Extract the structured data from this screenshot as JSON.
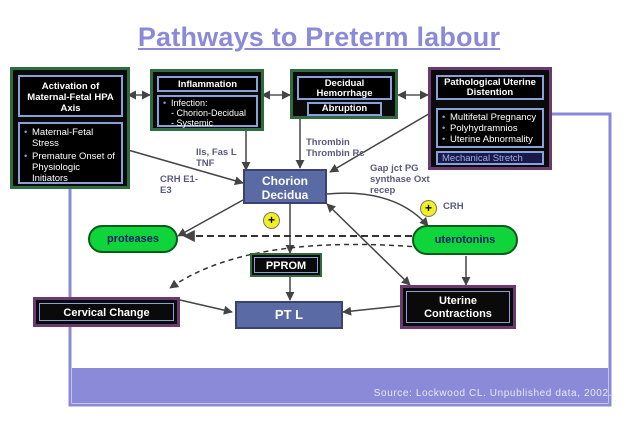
{
  "title": "Pathways to Preterm labour",
  "boxes": {
    "activation": "Activation of Maternal-Fetal HPA Axis",
    "activation_items": [
      "Maternal-Fetal Stress",
      "Premature Onset of Physiologic Initiators"
    ],
    "inflammation": "Inflammation",
    "inflammation_items": [
      "Infection:",
      "- Chorion-Decidual",
      "- Systemic"
    ],
    "decidual": "Decidual Hemorrhage",
    "abruption": "Abruption",
    "pathological": "Pathological Uterine Distention",
    "pathological_items": [
      "Multifetal Pregnancy",
      "Polyhydramnios",
      "Uterine Abnormality"
    ],
    "mechanical": "Mechanical Stretch",
    "chorion": "Chorion Decidua",
    "pprom": "PPROM",
    "ptl": "PT L",
    "cervical": "Cervical Change",
    "uterine": "Uterine Contractions"
  },
  "labels": {
    "ils": "Ils, Fas L TNF",
    "crh_e": "CRH E1-E3",
    "thrombin": "Thrombin Thrombin Rc",
    "gap": "Gap jct PG synthase Oxt recep",
    "crh": "CRH",
    "plus": "+"
  },
  "pills": {
    "proteases": "proteases",
    "uterotonins": "uterotonins"
  },
  "source": "Source: Lockwood CL. Unpublished data, 2002.",
  "colors": {
    "title": "#8a8ad8",
    "panel": "#8a8ad8",
    "green_frame": "#2f6b3f",
    "purple_frame": "#6a3a6e",
    "pill": "#0fd43a",
    "plus": "#f2f020"
  }
}
